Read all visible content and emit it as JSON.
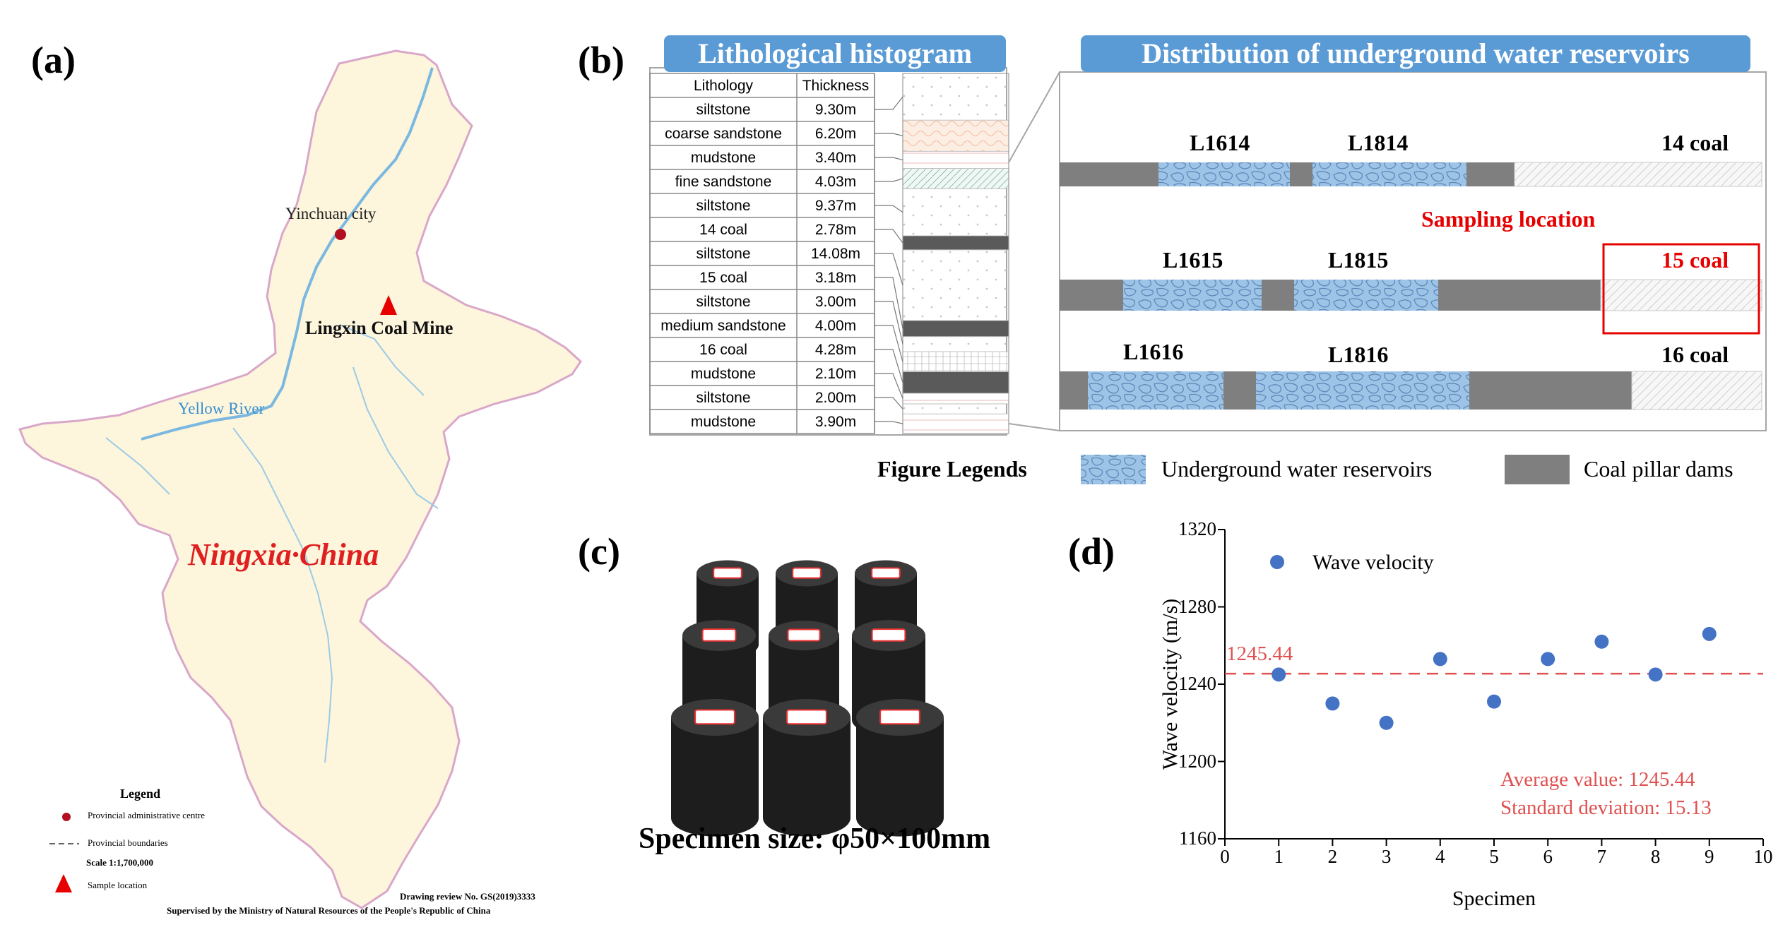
{
  "panels": {
    "a": "(a)",
    "b": "(b)",
    "c": "(c)",
    "d": "(d)"
  },
  "map": {
    "city": "Yinchuan city",
    "mine": "Lingxin Coal Mine",
    "river": "Yellow River",
    "region": "Ningxia·China",
    "legend_title": "Legend",
    "legend_items": [
      "Provincial administrative centre",
      "Provincial boundaries",
      "Sample location"
    ],
    "scale": "Scale 1:1,700,000",
    "review_no": "Drawing review No. GS(2019)3333",
    "supervised": "Supervised by the Ministry of Natural Resources of the People's Republic of China",
    "colors": {
      "land": "#fdf5dc",
      "border": "#d9a7c9",
      "river": "#7ab8e0",
      "marker": "#e60000",
      "city": "#b01020"
    }
  },
  "histogram": {
    "title": "Lithological histogram",
    "header": [
      "Lithology",
      "Thickness"
    ],
    "rows": [
      [
        "siltstone",
        "9.30m"
      ],
      [
        "coarse sandstone",
        "6.20m"
      ],
      [
        "mudstone",
        "3.40m"
      ],
      [
        "fine sandstone",
        "4.03m"
      ],
      [
        "siltstone",
        "9.37m"
      ],
      [
        "14 coal",
        "2.78m"
      ],
      [
        "siltstone",
        "14.08m"
      ],
      [
        "15 coal",
        "3.18m"
      ],
      [
        "siltstone",
        "3.00m"
      ],
      [
        "medium sandstone",
        "4.00m"
      ],
      [
        "16 coal",
        "4.28m"
      ],
      [
        "mudstone",
        "2.10m"
      ],
      [
        "siltstone",
        "2.00m"
      ],
      [
        "mudstone",
        "3.90m"
      ]
    ]
  },
  "reservoirs": {
    "title": "Distribution of underground water reservoirs",
    "sampling": "Sampling location",
    "seams": [
      {
        "labels": [
          "L1614",
          "L1814"
        ],
        "coal": "14 coal"
      },
      {
        "labels": [
          "L1615",
          "L1815"
        ],
        "coal": "15 coal"
      },
      {
        "labels": [
          "L1616",
          "L1816"
        ],
        "coal": "16 coal"
      }
    ],
    "legend_title": "Figure Legends",
    "legend_items": [
      "Underground water reservoirs",
      "Coal pillar dams"
    ],
    "colors": {
      "reservoir": "#9dc3e6",
      "pillar": "#7f7f7f",
      "highlight": "#e60000"
    }
  },
  "specimen": {
    "caption": "Specimen size: φ50×100mm"
  },
  "chart_data": {
    "type": "scatter",
    "xlabel": "Specimen",
    "ylabel": "Wave velocity (m/s)",
    "xlim": [
      0,
      10
    ],
    "ylim": [
      1160,
      1320
    ],
    "xticks": [
      0,
      1,
      2,
      3,
      4,
      5,
      6,
      7,
      8,
      9,
      10
    ],
    "yticks": [
      1160,
      1200,
      1240,
      1280,
      1320
    ],
    "series": [
      {
        "name": "Wave velocity",
        "x": [
          1,
          2,
          3,
          4,
          5,
          6,
          7,
          8,
          9
        ],
        "y": [
          1245,
          1230,
          1220,
          1253,
          1231,
          1253,
          1262,
          1245,
          1266
        ],
        "color": "#4472c4"
      }
    ],
    "reference_line": {
      "value": 1245.44,
      "label": "1245.44",
      "color": "#e05050"
    },
    "annotations": [
      "Average value: 1245.44",
      "Standard deviation: 15.13"
    ],
    "legend_position": "top-left"
  }
}
